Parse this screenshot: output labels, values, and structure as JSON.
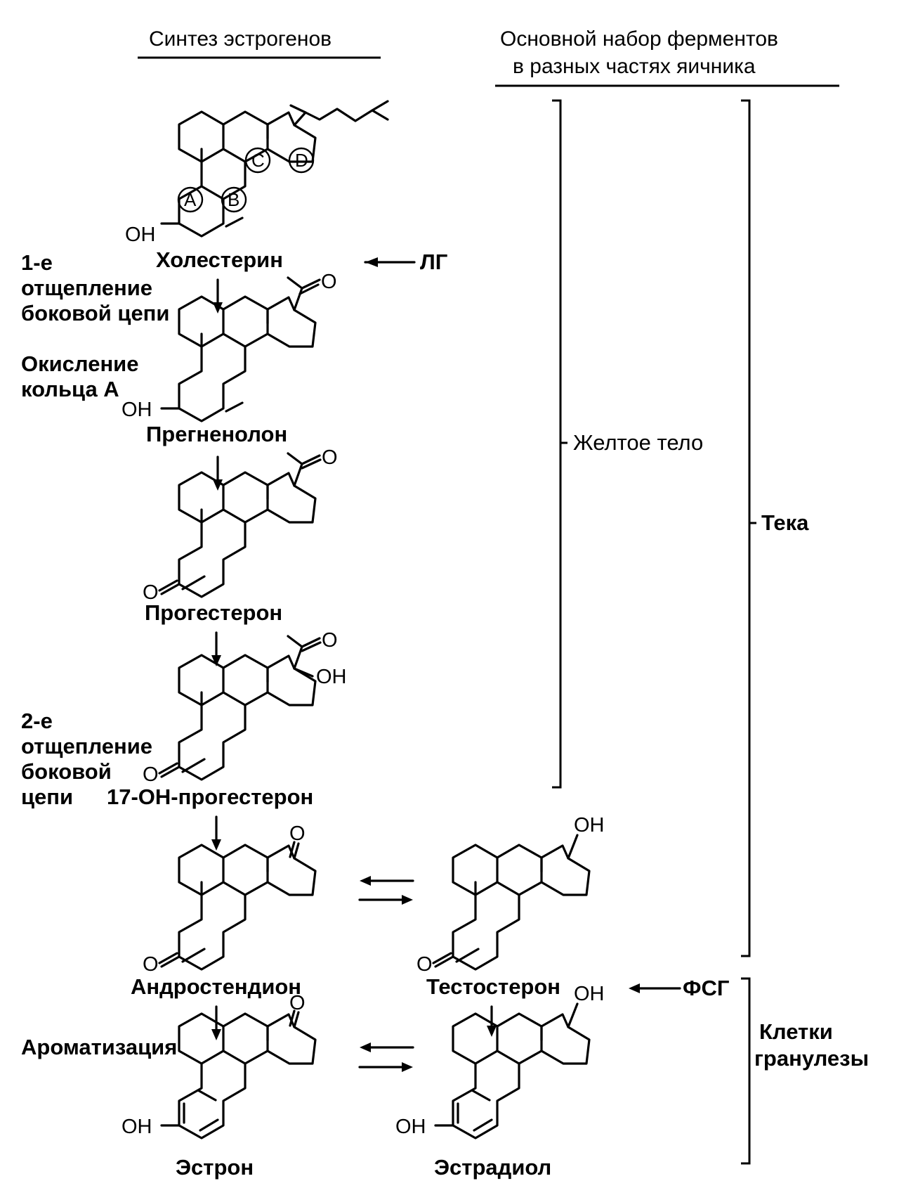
{
  "header": {
    "left_title": "Синтез эстрогенов",
    "right_title_line1": "Основной набор ферментов",
    "right_title_line2": "в разных частях яичника"
  },
  "compounds": {
    "cholesterol": "Холестерин",
    "pregnenolone": "Прегненолон",
    "progesterone": "Прогестерон",
    "oh_progesterone": "17-OH-прогестерон",
    "androstenedione": "Андростендион",
    "testosterone": "Тестостерон",
    "estrone": "Эстрон",
    "estradiol": "Эстрадиол"
  },
  "steps": {
    "first_cleavage": [
      "1-е",
      "отщепление",
      "боковой цепи"
    ],
    "ring_oxidation": [
      "Окисление",
      "кольца  А"
    ],
    "second_cleavage": [
      "2-е",
      "отщепление",
      "боковой",
      "цепи"
    ],
    "aromatization": "Ароматизация"
  },
  "hormones": {
    "lh": "ЛГ",
    "fsh": "ФСГ"
  },
  "locations": {
    "corpus_luteum": "Желтое тело",
    "theca": "Тека",
    "granulosa": [
      "Клетки",
      "гранулезы"
    ]
  },
  "ring_labels": [
    "A",
    "B",
    "C",
    "D"
  ],
  "atoms": {
    "oh": "OH",
    "o": "O"
  }
}
